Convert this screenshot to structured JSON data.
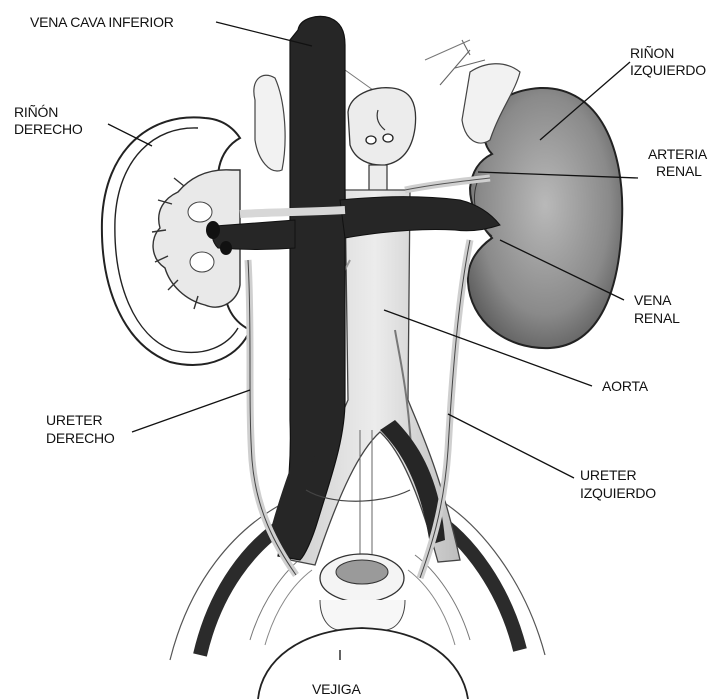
{
  "labels": {
    "vena_cava_inferior": "VENA CAVA INFERIOR",
    "rinon_derecho_1": "RIÑÓN",
    "rinon_derecho_2": "DERECHO",
    "rinon_izquierdo_1": "RIÑON",
    "rinon_izquierdo_2": "IZQUIERDO",
    "arteria_renal_1": "ARTERIA",
    "arteria_renal_2": "RENAL",
    "vena_renal_1": "VENA",
    "vena_renal_2": "RENAL",
    "aorta": "AORTA",
    "ureter_derecho_1": "URETER",
    "ureter_derecho_2": "DERECHO",
    "ureter_izquierdo_1": "URETER",
    "ureter_izquierdo_2": "IZQUIERDO",
    "vejiga": "VEJIGA"
  }
}
